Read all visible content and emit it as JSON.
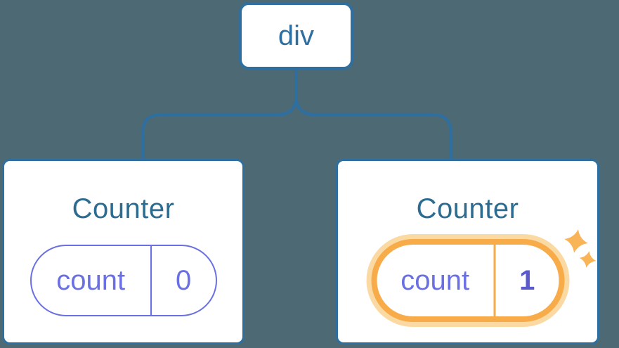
{
  "tree": {
    "root_label": "div",
    "children": [
      {
        "title": "Counter",
        "state_key": "count",
        "state_value": "0",
        "highlighted": false
      },
      {
        "title": "Counter",
        "state_key": "count",
        "state_value": "1",
        "highlighted": true
      }
    ]
  },
  "colors": {
    "background": "#4d6973",
    "connector_blue": "#2f6f9f",
    "card_border_blue": "#2f6f9f",
    "root_label_blue": "#2f70a1",
    "title_blue": "#2d6c91",
    "state_purple": "#6a70e4",
    "state_value_bold_purple": "#5a5acf",
    "highlight_ring_orange": "#f7ab49",
    "highlight_halo_peach": "#fbd9a3",
    "sparkle_orange": "#f8b457"
  },
  "icons": {
    "sparkle": "sparkle-icon"
  }
}
